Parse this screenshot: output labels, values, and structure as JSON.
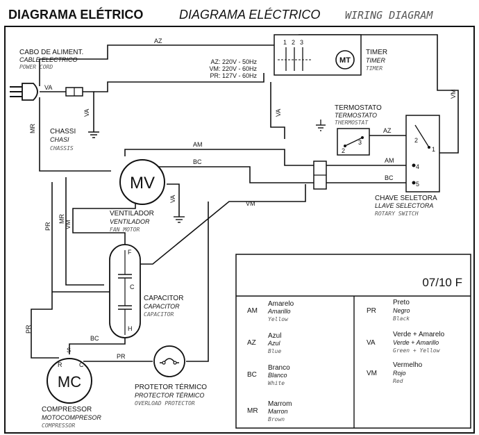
{
  "titles": {
    "pt": "DIAGRAMA ELÉTRICO",
    "es": "DIAGRAMA ELÉCTRICO",
    "en": "WIRING DIAGRAM"
  },
  "components": {
    "power_cord": [
      "CABO DE ALIMENT.",
      "CABLE ELECTRICO",
      "POWER CORD"
    ],
    "chassis": [
      "CHASSI",
      "CHASI",
      "CHASSIS"
    ],
    "timer": [
      "TIMER",
      "TIMER",
      "TIMER"
    ],
    "timer_symbol": "MT",
    "timer_terminals": [
      "1",
      "2",
      "3"
    ],
    "thermostat": [
      "TERMOSTATO",
      "TERMOSTATO",
      "THERMOSTAT"
    ],
    "thermostat_terminals": [
      "2",
      "3"
    ],
    "selector": [
      "CHAVE SELETORA",
      "LLAVE SELECTORA",
      "ROTARY SWITCH"
    ],
    "selector_terminals": [
      "1",
      "2",
      "4",
      "5"
    ],
    "fan": [
      "VENTILADOR",
      "VENTILADOR",
      "FAN MOTOR"
    ],
    "fan_symbol": "MV",
    "capacitor": [
      "CAPACITOR",
      "CAPACITOR",
      "CAPACITOR"
    ],
    "capacitor_terminals": [
      "F",
      "C",
      "H"
    ],
    "compressor": [
      "COMPRESSOR",
      "MOTOCOMPRESOR",
      "COMPRESSOR"
    ],
    "compressor_symbol": "MC",
    "compressor_terminals": [
      "S",
      "R",
      "C"
    ],
    "protector": [
      "PROTETOR TÉRMICO",
      "PROTECTOR TÉRMICO",
      "OVERLOAD PROTECTOR"
    ]
  },
  "voltage_notes": [
    "AZ: 220V - 50Hz",
    "VM: 220V - 60Hz",
    "PR: 127V - 60Hz"
  ],
  "wire_labels": {
    "az": "AZ",
    "va": "VA",
    "mr": "MR",
    "vm": "VM",
    "am": "AM",
    "bc": "BC",
    "pr": "PR"
  },
  "model_code": "07/10 F",
  "legend": [
    {
      "code": "AM",
      "pt": "Amarelo",
      "es": "Amarillo",
      "en": "Yellow"
    },
    {
      "code": "AZ",
      "pt": "Azul",
      "es": "Azul",
      "en": "Blue"
    },
    {
      "code": "BC",
      "pt": "Branco",
      "es": "Blanco",
      "en": "White"
    },
    {
      "code": "MR",
      "pt": "Marrom",
      "es": "Marron",
      "en": "Brown"
    },
    {
      "code": "PR",
      "pt": "Preto",
      "es": "Negro",
      "en": "Black"
    },
    {
      "code": "VA",
      "pt": "Verde + Amarelo",
      "es": "Verde + Amarillo",
      "en": "Green + Yellow"
    },
    {
      "code": "VM",
      "pt": "Vermelho",
      "es": "Rojo",
      "en": "Red"
    }
  ]
}
